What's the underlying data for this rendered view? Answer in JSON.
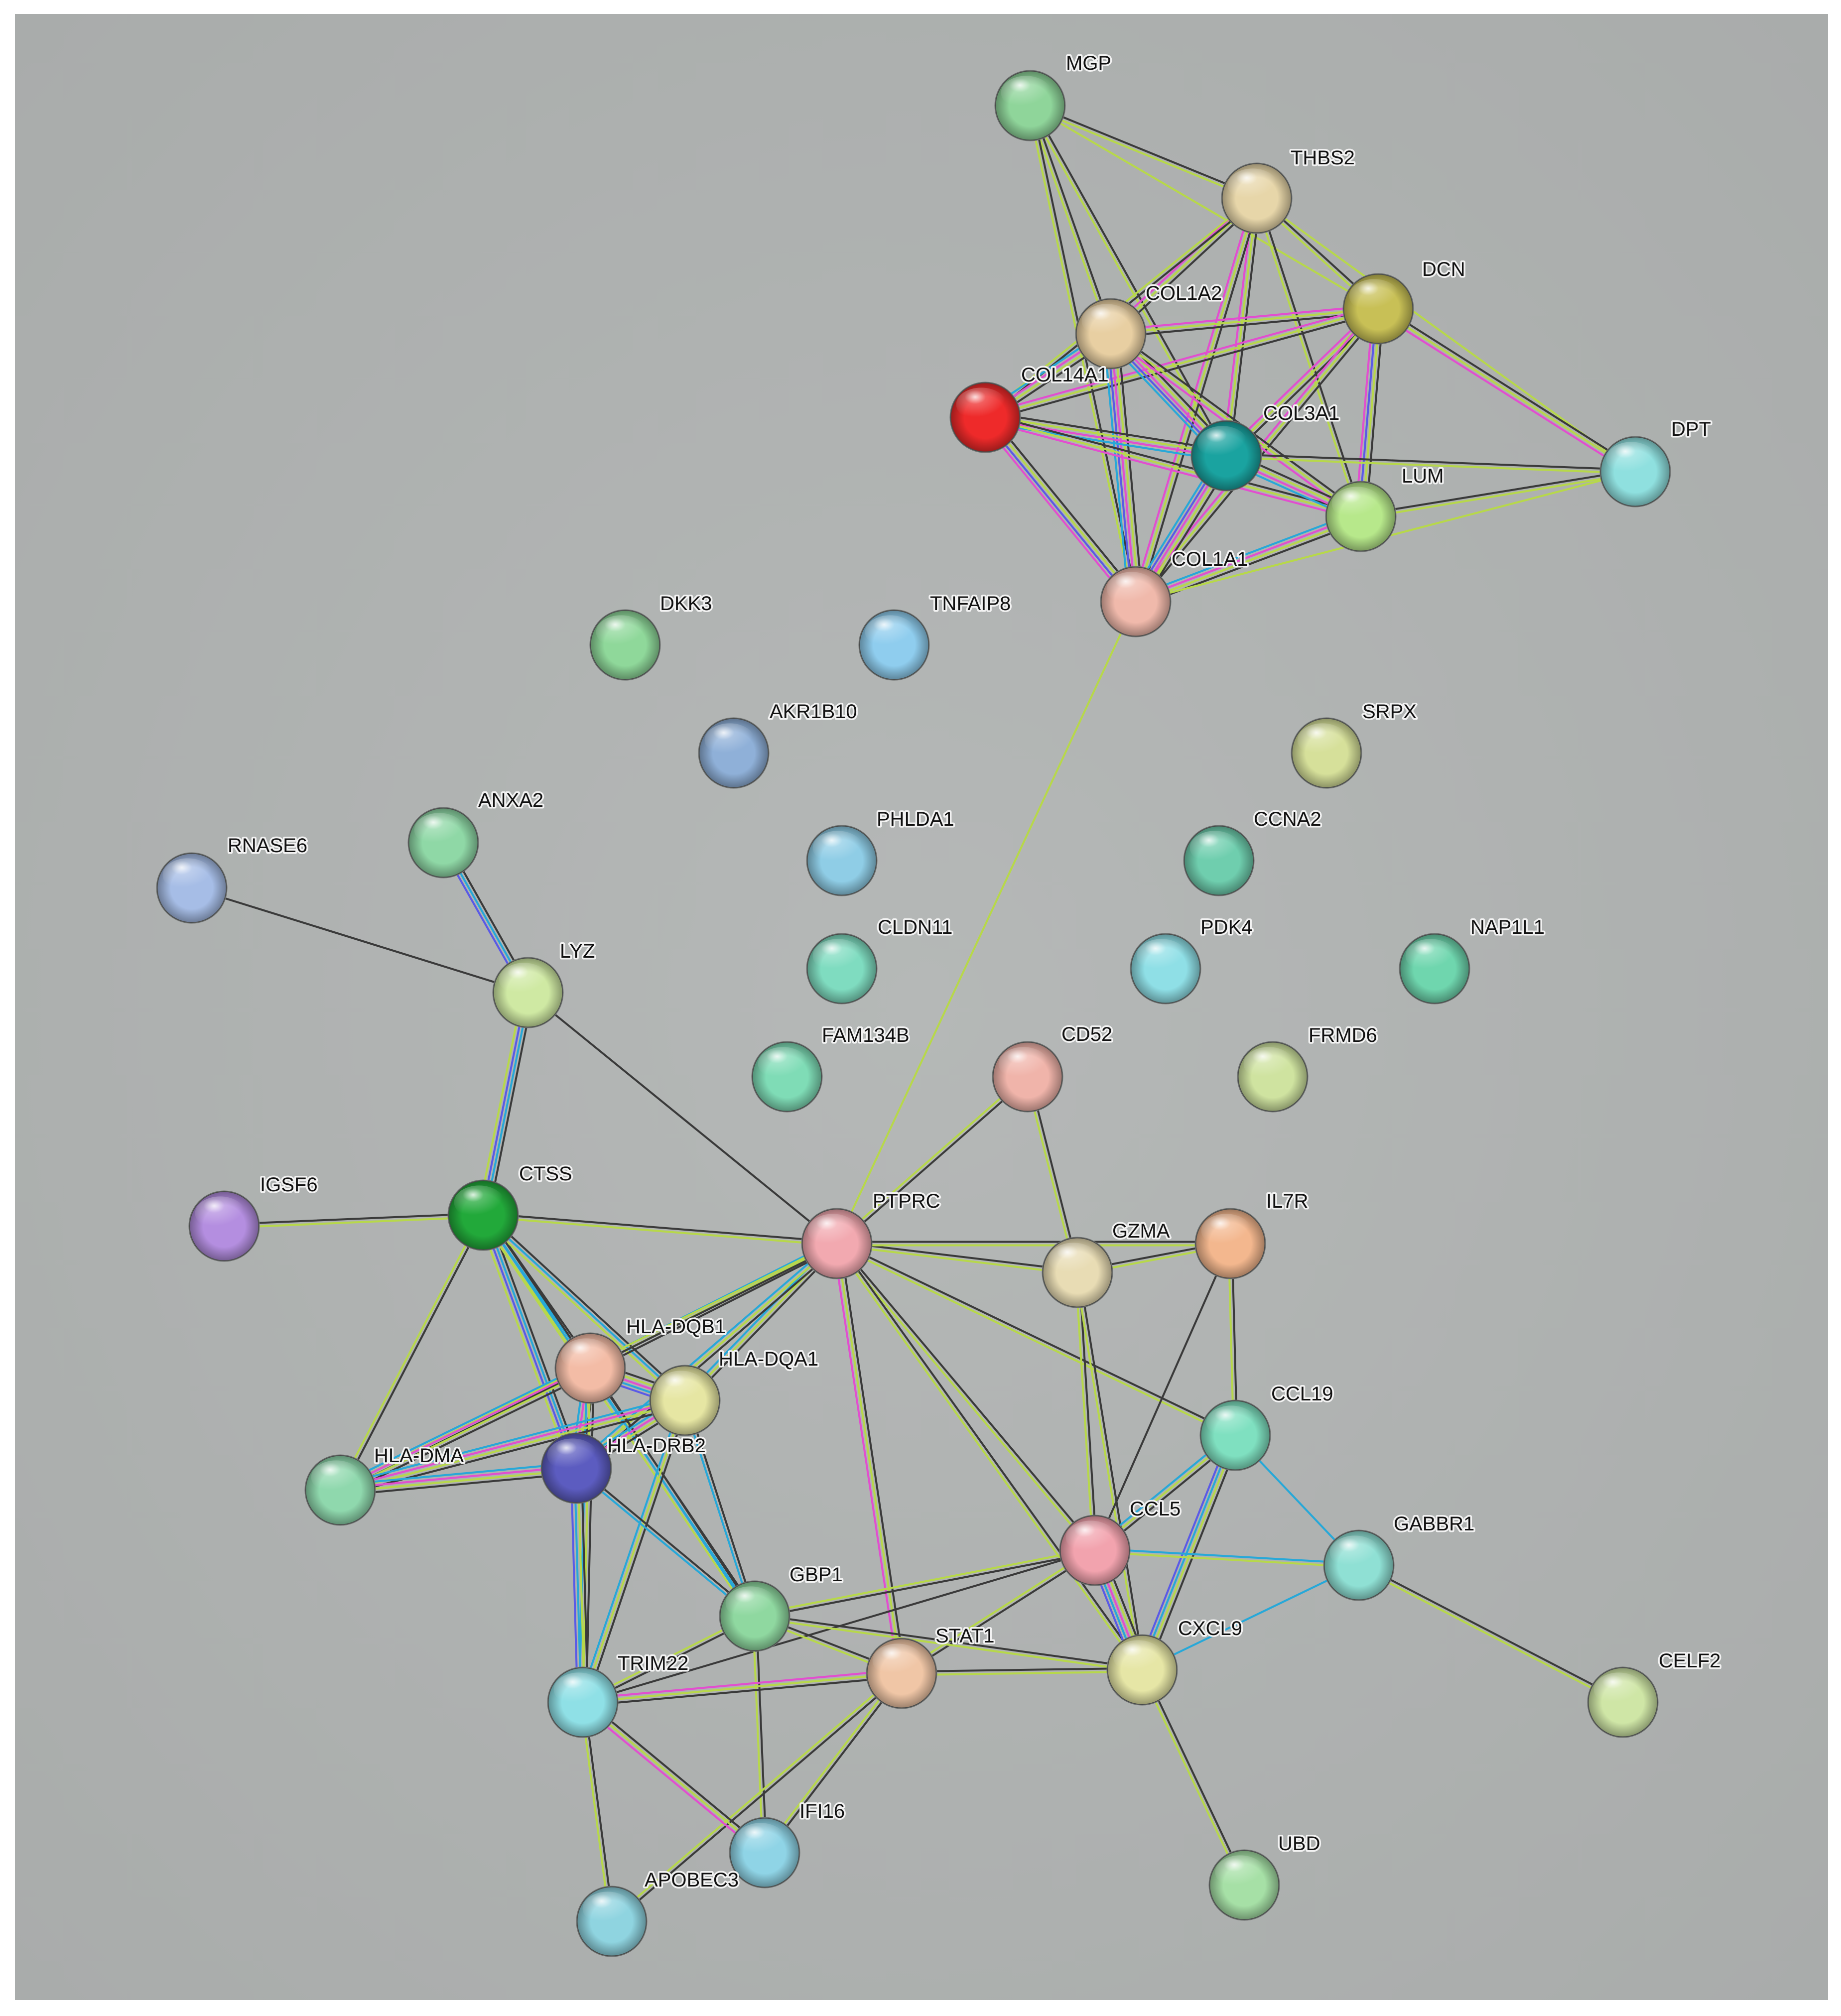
{
  "nodes": [
    {
      "id": "MGP",
      "label": "MGP",
      "color": "#8fd59a"
    },
    {
      "id": "THBS2",
      "label": "THBS2",
      "color": "#e7d6a9"
    },
    {
      "id": "DCN",
      "label": "DCN",
      "color": "#c8c056"
    },
    {
      "id": "COL1A2",
      "label": "COL1A2",
      "color": "#e8cfa2"
    },
    {
      "id": "COL14A1",
      "label": "COL14A1",
      "color": "#ee2a2a"
    },
    {
      "id": "COL3A1",
      "label": "COL3A1",
      "color": "#1aa3a0"
    },
    {
      "id": "DPT",
      "label": "DPT",
      "color": "#8fe0df"
    },
    {
      "id": "LUM",
      "label": "LUM",
      "color": "#b7e88b"
    },
    {
      "id": "COL1A1",
      "label": "COL1A1",
      "color": "#f0b9ab"
    },
    {
      "id": "DKK3",
      "label": "DKK3",
      "color": "#8fd89a"
    },
    {
      "id": "TNFAIP8",
      "label": "TNFAIP8",
      "color": "#8fcdee"
    },
    {
      "id": "AKR1B10",
      "label": "AKR1B10",
      "color": "#8fb0d8"
    },
    {
      "id": "SRPX",
      "label": "SRPX",
      "color": "#d6e09a"
    },
    {
      "id": "ANXA2",
      "label": "ANXA2",
      "color": "#8fd8a6"
    },
    {
      "id": "RNASE6",
      "label": "RNASE6",
      "color": "#a6bde6"
    },
    {
      "id": "PHLDA1",
      "label": "PHLDA1",
      "color": "#8fcde6"
    },
    {
      "id": "CCNA2",
      "label": "CCNA2",
      "color": "#6fceae"
    },
    {
      "id": "LYZ",
      "label": "LYZ",
      "color": "#cfe9a3"
    },
    {
      "id": "CLDN11",
      "label": "CLDN11",
      "color": "#7fdcc0"
    },
    {
      "id": "PDK4",
      "label": "PDK4",
      "color": "#8fdfe6"
    },
    {
      "id": "NAP1L1",
      "label": "NAP1L1",
      "color": "#6fd6ae"
    },
    {
      "id": "FAM134B",
      "label": "FAM134B",
      "color": "#7fdcb6"
    },
    {
      "id": "CD52",
      "label": "CD52",
      "color": "#f0b4aa"
    },
    {
      "id": "FRMD6",
      "label": "FRMD6",
      "color": "#cfe3a0"
    },
    {
      "id": "IGSF6",
      "label": "IGSF6",
      "color": "#b48ee0"
    },
    {
      "id": "CTSS",
      "label": "CTSS",
      "color": "#22a93a"
    },
    {
      "id": "PTPRC",
      "label": "PTPRC",
      "color": "#f2a9b0"
    },
    {
      "id": "GZMA",
      "label": "GZMA",
      "color": "#e8dcb4"
    },
    {
      "id": "IL7R",
      "label": "IL7R",
      "color": "#f3b78e"
    },
    {
      "id": "HLA-DQB1",
      "label": "HLA-DQB1",
      "color": "#f3bca6"
    },
    {
      "id": "HLA-DQA1",
      "label": "HLA-DQA1",
      "color": "#e6e6a3"
    },
    {
      "id": "HLA-DRB2",
      "label": "HLA-DRB2",
      "color": "#5c5cc0"
    },
    {
      "id": "HLA-DMA",
      "label": "HLA-DMA",
      "color": "#8fd8ad"
    },
    {
      "id": "CCL19",
      "label": "CCL19",
      "color": "#7fe0c0"
    },
    {
      "id": "CCL5",
      "label": "CCL5",
      "color": "#f2a3ae"
    },
    {
      "id": "GABBR1",
      "label": "GABBR1",
      "color": "#8fe0d4"
    },
    {
      "id": "GBP1",
      "label": "GBP1",
      "color": "#8fd8a0"
    },
    {
      "id": "STAT1",
      "label": "STAT1",
      "color": "#f0c6a6"
    },
    {
      "id": "CXCL9",
      "label": "CXCL9",
      "color": "#e6e6a6"
    },
    {
      "id": "TRIM22",
      "label": "TRIM22",
      "color": "#8fe0e6"
    },
    {
      "id": "CELF2",
      "label": "CELF2",
      "color": "#cfe6a6"
    },
    {
      "id": "IFI16",
      "label": "IFI16",
      "color": "#8fd4e6"
    },
    {
      "id": "UBD",
      "label": "UBD",
      "color": "#a6e0a6"
    },
    {
      "id": "APOBEC3",
      "label": "APOBEC3",
      "color": "#8fd4e0"
    }
  ],
  "edges": [
    {
      "source": "MGP",
      "target": "THBS2",
      "types": [
        "black",
        "lime"
      ]
    },
    {
      "source": "MGP",
      "target": "DCN",
      "types": [
        "lime"
      ]
    },
    {
      "source": "MGP",
      "target": "COL1A2",
      "types": [
        "black",
        "lime"
      ]
    },
    {
      "source": "MGP",
      "target": "COL3A1",
      "types": [
        "black",
        "lime"
      ]
    },
    {
      "source": "MGP",
      "target": "COL1A1",
      "types": [
        "black",
        "lime"
      ]
    },
    {
      "source": "THBS2",
      "target": "DCN",
      "types": [
        "black",
        "lime"
      ]
    },
    {
      "source": "THBS2",
      "target": "COL1A2",
      "types": [
        "black",
        "lime",
        "magenta"
      ]
    },
    {
      "source": "THBS2",
      "target": "COL14A1",
      "types": [
        "black",
        "lime"
      ]
    },
    {
      "source": "THBS2",
      "target": "COL3A1",
      "types": [
        "black",
        "lime",
        "magenta"
      ]
    },
    {
      "source": "THBS2",
      "target": "LUM",
      "types": [
        "black",
        "lime"
      ]
    },
    {
      "source": "THBS2",
      "target": "COL1A1",
      "types": [
        "black",
        "lime",
        "magenta"
      ]
    },
    {
      "source": "THBS2",
      "target": "DPT",
      "types": [
        "lime"
      ]
    },
    {
      "source": "DCN",
      "target": "COL1A2",
      "types": [
        "black",
        "lime",
        "magenta"
      ]
    },
    {
      "source": "DCN",
      "target": "COL14A1",
      "types": [
        "black",
        "lime",
        "magenta"
      ]
    },
    {
      "source": "DCN",
      "target": "COL3A1",
      "types": [
        "black",
        "lime",
        "magenta"
      ]
    },
    {
      "source": "DCN",
      "target": "LUM",
      "types": [
        "black",
        "lime",
        "blue",
        "magenta"
      ]
    },
    {
      "source": "DCN",
      "target": "COL1A1",
      "types": [
        "black",
        "lime",
        "magenta"
      ]
    },
    {
      "source": "DCN",
      "target": "DPT",
      "types": [
        "black",
        "lime",
        "magenta"
      ]
    },
    {
      "source": "COL1A2",
      "target": "COL14A1",
      "types": [
        "black",
        "lime",
        "magenta",
        "cyan"
      ]
    },
    {
      "source": "COL1A2",
      "target": "COL3A1",
      "types": [
        "black",
        "lime",
        "magenta",
        "blue",
        "cyan"
      ]
    },
    {
      "source": "COL1A2",
      "target": "LUM",
      "types": [
        "black",
        "lime",
        "magenta"
      ]
    },
    {
      "source": "COL1A2",
      "target": "COL1A1",
      "types": [
        "black",
        "lime",
        "magenta",
        "blue",
        "cyan"
      ]
    },
    {
      "source": "COL14A1",
      "target": "COL3A1",
      "types": [
        "black",
        "lime",
        "magenta",
        "cyan"
      ]
    },
    {
      "source": "COL14A1",
      "target": "LUM",
      "types": [
        "black",
        "lime",
        "magenta"
      ]
    },
    {
      "source": "COL14A1",
      "target": "COL1A1",
      "types": [
        "black",
        "lime",
        "blue",
        "magenta"
      ]
    },
    {
      "source": "COL3A1",
      "target": "LUM",
      "types": [
        "black",
        "lime",
        "magenta",
        "cyan"
      ]
    },
    {
      "source": "COL3A1",
      "target": "COL1A1",
      "types": [
        "black",
        "lime",
        "magenta",
        "blue",
        "cyan"
      ]
    },
    {
      "source": "COL3A1",
      "target": "DPT",
      "types": [
        "black",
        "lime"
      ]
    },
    {
      "source": "LUM",
      "target": "COL1A1",
      "types": [
        "black",
        "lime",
        "magenta",
        "cyan"
      ]
    },
    {
      "source": "LUM",
      "target": "DPT",
      "types": [
        "black",
        "lime"
      ]
    },
    {
      "source": "COL1A1",
      "target": "DPT",
      "types": [
        "lime"
      ]
    },
    {
      "source": "COL1A1",
      "target": "PTPRC",
      "types": [
        "lime"
      ]
    },
    {
      "source": "RNASE6",
      "target": "LYZ",
      "types": [
        "black"
      ]
    },
    {
      "source": "ANXA2",
      "target": "LYZ",
      "types": [
        "black",
        "cyan",
        "blue"
      ]
    },
    {
      "source": "LYZ",
      "target": "CTSS",
      "types": [
        "black",
        "cyan",
        "blue",
        "lime"
      ]
    },
    {
      "source": "LYZ",
      "target": "PTPRC",
      "types": [
        "black"
      ]
    },
    {
      "source": "IGSF6",
      "target": "CTSS",
      "types": [
        "black",
        "lime"
      ]
    },
    {
      "source": "CTSS",
      "target": "PTPRC",
      "types": [
        "black",
        "lime"
      ]
    },
    {
      "source": "CTSS",
      "target": "HLA-DQB1",
      "types": [
        "black",
        "cyan",
        "lime"
      ]
    },
    {
      "source": "CTSS",
      "target": "HLA-DQA1",
      "types": [
        "black",
        "cyan",
        "lime"
      ]
    },
    {
      "source": "CTSS",
      "target": "HLA-DRB2",
      "types": [
        "black",
        "cyan",
        "blue",
        "lime"
      ]
    },
    {
      "source": "CTSS",
      "target": "HLA-DMA",
      "types": [
        "black",
        "lime"
      ]
    },
    {
      "source": "CTSS",
      "target": "GBP1",
      "types": [
        "black",
        "cyan",
        "lime"
      ]
    },
    {
      "source": "CD52",
      "target": "PTPRC",
      "types": [
        "black",
        "lime"
      ]
    },
    {
      "source": "CD52",
      "target": "GZMA",
      "types": [
        "black",
        "lime"
      ]
    },
    {
      "source": "PTPRC",
      "target": "GZMA",
      "types": [
        "black",
        "lime"
      ]
    },
    {
      "source": "PTPRC",
      "target": "IL7R",
      "types": [
        "black",
        "lime"
      ]
    },
    {
      "source": "PTPRC",
      "target": "HLA-DQB1",
      "types": [
        "black",
        "lime",
        "cyan"
      ]
    },
    {
      "source": "PTPRC",
      "target": "HLA-DQA1",
      "types": [
        "black",
        "lime",
        "cyan"
      ]
    },
    {
      "source": "PTPRC",
      "target": "HLA-DRB2",
      "types": [
        "black",
        "lime",
        "cyan"
      ]
    },
    {
      "source": "PTPRC",
      "target": "HLA-DMA",
      "types": [
        "black",
        "lime"
      ]
    },
    {
      "source": "PTPRC",
      "target": "CCL19",
      "types": [
        "black",
        "lime"
      ]
    },
    {
      "source": "PTPRC",
      "target": "CCL5",
      "types": [
        "black",
        "lime"
      ]
    },
    {
      "source": "PTPRC",
      "target": "CXCL9",
      "types": [
        "black",
        "lime"
      ]
    },
    {
      "source": "PTPRC",
      "target": "STAT1",
      "types": [
        "black",
        "lime",
        "magenta"
      ]
    },
    {
      "source": "GZMA",
      "target": "IL7R",
      "types": [
        "black",
        "lime"
      ]
    },
    {
      "source": "GZMA",
      "target": "CCL5",
      "types": [
        "black",
        "lime"
      ]
    },
    {
      "source": "GZMA",
      "target": "CXCL9",
      "types": [
        "black",
        "lime"
      ]
    },
    {
      "source": "IL7R",
      "target": "CCL19",
      "types": [
        "black",
        "lime"
      ]
    },
    {
      "source": "IL7R",
      "target": "CCL5",
      "types": [
        "black"
      ]
    },
    {
      "source": "HLA-DQB1",
      "target": "HLA-DQA1",
      "types": [
        "black",
        "lime",
        "magenta",
        "cyan",
        "blue"
      ]
    },
    {
      "source": "HLA-DQB1",
      "target": "HLA-DRB2",
      "types": [
        "black",
        "lime",
        "magenta",
        "cyan"
      ]
    },
    {
      "source": "HLA-DQB1",
      "target": "HLA-DMA",
      "types": [
        "black",
        "lime",
        "magenta",
        "cyan"
      ]
    },
    {
      "source": "HLA-DQB1",
      "target": "TRIM22",
      "types": [
        "black",
        "lime",
        "cyan"
      ]
    },
    {
      "source": "HLA-DQB1",
      "target": "GBP1",
      "types": [
        "black",
        "cyan"
      ]
    },
    {
      "source": "HLA-DQA1",
      "target": "HLA-DRB2",
      "types": [
        "black",
        "lime",
        "magenta",
        "cyan"
      ]
    },
    {
      "source": "HLA-DQA1",
      "target": "HLA-DMA",
      "types": [
        "black",
        "lime",
        "magenta",
        "cyan"
      ]
    },
    {
      "source": "HLA-DQA1",
      "target": "TRIM22",
      "types": [
        "black",
        "lime",
        "cyan"
      ]
    },
    {
      "source": "HLA-DQA1",
      "target": "GBP1",
      "types": [
        "black",
        "cyan"
      ]
    },
    {
      "source": "HLA-DRB2",
      "target": "HLA-DMA",
      "types": [
        "black",
        "lime",
        "magenta",
        "cyan"
      ]
    },
    {
      "source": "HLA-DRB2",
      "target": "TRIM22",
      "types": [
        "black",
        "lime",
        "cyan",
        "blue"
      ]
    },
    {
      "source": "HLA-DRB2",
      "target": "GBP1",
      "types": [
        "black",
        "cyan"
      ]
    },
    {
      "source": "CCL19",
      "target": "CCL5",
      "types": [
        "black",
        "lime",
        "cyan"
      ]
    },
    {
      "source": "CCL19",
      "target": "CXCL9",
      "types": [
        "black",
        "lime",
        "cyan",
        "blue"
      ]
    },
    {
      "source": "CCL19",
      "target": "GABBR1",
      "types": [
        "cyan"
      ]
    },
    {
      "source": "CCL5",
      "target": "CXCL9",
      "types": [
        "black",
        "lime",
        "magenta",
        "cyan",
        "blue"
      ]
    },
    {
      "source": "CCL5",
      "target": "GABBR1",
      "types": [
        "cyan",
        "lime"
      ]
    },
    {
      "source": "CCL5",
      "target": "GBP1",
      "types": [
        "black",
        "lime"
      ]
    },
    {
      "source": "CCL5",
      "target": "STAT1",
      "types": [
        "black",
        "lime"
      ]
    },
    {
      "source": "CCL5",
      "target": "TRIM22",
      "types": [
        "black"
      ]
    },
    {
      "source": "GABBR1",
      "target": "CXCL9",
      "types": [
        "cyan"
      ]
    },
    {
      "source": "GABBR1",
      "target": "CELF2",
      "types": [
        "black",
        "lime"
      ]
    },
    {
      "source": "GBP1",
      "target": "STAT1",
      "types": [
        "black",
        "lime"
      ]
    },
    {
      "source": "GBP1",
      "target": "CXCL9",
      "types": [
        "black",
        "lime"
      ]
    },
    {
      "source": "GBP1",
      "target": "TRIM22",
      "types": [
        "black",
        "lime"
      ]
    },
    {
      "source": "GBP1",
      "target": "IFI16",
      "types": [
        "black",
        "lime"
      ]
    },
    {
      "source": "STAT1",
      "target": "CXCL9",
      "types": [
        "black",
        "lime"
      ]
    },
    {
      "source": "STAT1",
      "target": "TRIM22",
      "types": [
        "black",
        "lime",
        "magenta"
      ]
    },
    {
      "source": "STAT1",
      "target": "IFI16",
      "types": [
        "black",
        "lime"
      ]
    },
    {
      "source": "STAT1",
      "target": "APOBEC3",
      "types": [
        "black",
        "lime"
      ]
    },
    {
      "source": "CXCL9",
      "target": "UBD",
      "types": [
        "black",
        "lime"
      ]
    },
    {
      "source": "TRIM22",
      "target": "IFI16",
      "types": [
        "black",
        "lime",
        "magenta"
      ]
    },
    {
      "source": "TRIM22",
      "target": "APOBEC3",
      "types": [
        "black",
        "lime"
      ]
    }
  ],
  "edge_colors": {
    "black": "#3a3a3a",
    "lime": "#b7d84a",
    "magenta": "#e24ecf",
    "cyan": "#27a8d8",
    "blue": "#5a5ae6"
  },
  "background": {
    "outer": "#ffffff",
    "panel": "#b0b3b2"
  }
}
